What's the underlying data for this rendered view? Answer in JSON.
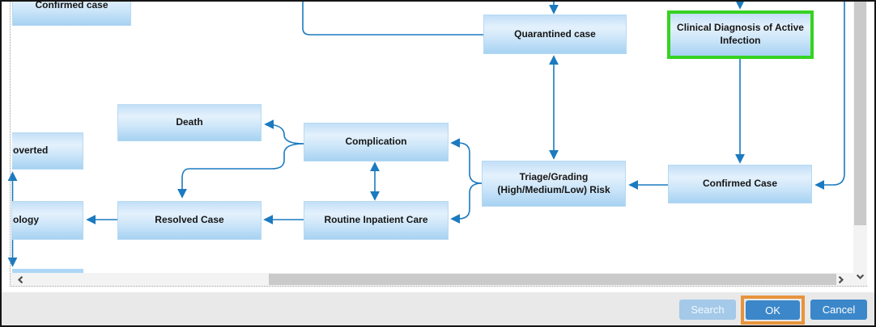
{
  "dialog": {
    "footer": {
      "search_label": "Search",
      "ok_label": "OK",
      "cancel_label": "Cancel",
      "highlighted_button": "OK"
    }
  },
  "diagram": {
    "nodes": [
      {
        "id": "confirmed-case-top",
        "label": "Confirmed case",
        "clipped": "top"
      },
      {
        "id": "quarantined-case",
        "label": "Quarantined case"
      },
      {
        "id": "clinical-diagnosis-active-infection",
        "label": "Clinical Diagnosis of Active Infection",
        "highlighted": true
      },
      {
        "id": "death",
        "label": "Death"
      },
      {
        "id": "converted-partial",
        "label": "overted",
        "clipped": "left"
      },
      {
        "id": "complication",
        "label": "Complication"
      },
      {
        "id": "triage-grading-risk",
        "label": "Triage/Grading (High/Medium/Low) Risk"
      },
      {
        "id": "confirmed-case",
        "label": "Confirmed Case"
      },
      {
        "id": "resolved-case",
        "label": "Resolved Case"
      },
      {
        "id": "routine-inpatient-care",
        "label": "Routine Inpatient Care"
      },
      {
        "id": "ology-partial",
        "label": "ology",
        "clipped": "left"
      },
      {
        "id": "hidden-node-bottom-left",
        "label": "",
        "clipped": "bottom"
      }
    ],
    "edges": [
      {
        "from": "offscreen-top",
        "to": "quarantined-case",
        "arrow": "single"
      },
      {
        "from": "offscreen-top-left",
        "to": "quarantined-case",
        "arrow": "none-elbow"
      },
      {
        "from": "quarantined-case",
        "to": "triage-grading-risk",
        "arrow": "double"
      },
      {
        "from": "offscreen-top",
        "to": "clinical-diagnosis-active-infection",
        "arrow": "single"
      },
      {
        "from": "clinical-diagnosis-active-infection",
        "to": "confirmed-case",
        "arrow": "single"
      },
      {
        "from": "offscreen-top-right",
        "to": "confirmed-case",
        "arrow": "single"
      },
      {
        "from": "confirmed-case",
        "to": "triage-grading-risk",
        "arrow": "single"
      },
      {
        "from": "triage-grading-risk",
        "to": "complication",
        "arrow": "single"
      },
      {
        "from": "triage-grading-risk",
        "to": "routine-inpatient-care",
        "arrow": "single"
      },
      {
        "from": "complication",
        "to": "routine-inpatient-care",
        "arrow": "double"
      },
      {
        "from": "complication",
        "to": "death",
        "arrow": "single"
      },
      {
        "from": "complication",
        "to": "resolved-case",
        "arrow": "single"
      },
      {
        "from": "routine-inpatient-care",
        "to": "resolved-case",
        "arrow": "single"
      },
      {
        "from": "resolved-case",
        "to": "ology-partial",
        "arrow": "single"
      },
      {
        "from": "converted-partial",
        "to": "hidden-node-bottom-left",
        "arrow": "double"
      }
    ],
    "colors": {
      "node_fill_top": "#c3dff7",
      "node_fill_bottom": "#a7d2f2",
      "connector": "#1b7ac0",
      "highlight_border": "#35d321",
      "ok_ring": "#e7943c",
      "button_blue": "#3b87c9",
      "button_disabled_blue": "#a4c9e9"
    }
  }
}
